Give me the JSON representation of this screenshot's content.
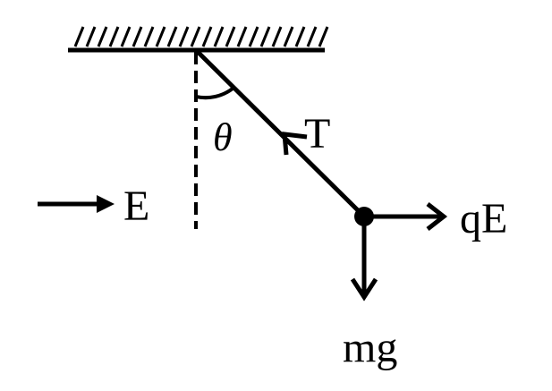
{
  "diagram": {
    "ink_color": "#000000",
    "background_color": "#ffffff",
    "labels": {
      "angle": "θ",
      "tension": "T",
      "field": "E",
      "electric_force": "qE",
      "weight": "mg"
    }
  }
}
